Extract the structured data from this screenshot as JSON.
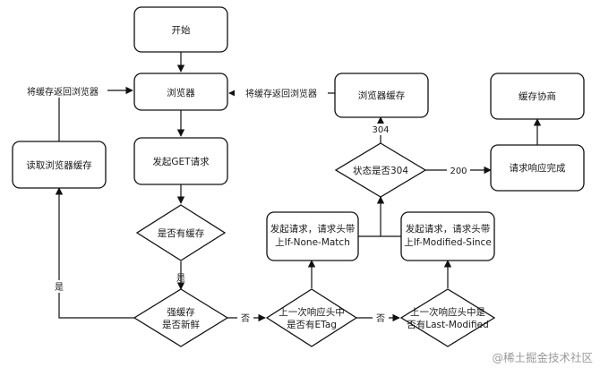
{
  "nodes": {
    "start": "开始",
    "browser": "浏览器",
    "browser_cache": "浏览器缓存",
    "cache_negotiation": "缓存协商",
    "read_cache": "读取浏览器缓存",
    "send_get": "发起GET请求",
    "status_304_line1": "状态是否304",
    "request_complete": "请求响应完成",
    "has_cache": "是否有缓存",
    "req_inm_line1": "发起请求，请求头带",
    "req_inm_line2": "上If-None-Match",
    "req_ims_line1": "发起请求，请求头带",
    "req_ims_line2": "上If-Modified-Since",
    "strong_cache_line1": "强缓存",
    "strong_cache_line2": "是否新鲜",
    "etag_line1": "上一次响应头中",
    "etag_line2": "是否有ETag",
    "lm_line1": "上一次响应头中是",
    "lm_line2": "否有Last-Modified"
  },
  "edges": {
    "return_cache_left": "将缓存返回浏览器",
    "return_cache_mid": "将缓存返回浏览器",
    "code_304": "304",
    "code_200": "200",
    "yes_has_cache": "是",
    "yes_strong": "是",
    "no_strong": "否",
    "no_etag": "否"
  },
  "watermark": "@稀土掘金技术社区"
}
